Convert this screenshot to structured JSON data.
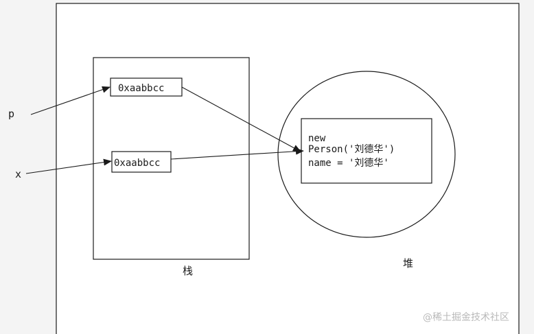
{
  "variables": {
    "p": "p",
    "x": "x"
  },
  "stack": {
    "label": "栈",
    "cells": [
      "0xaabbcc",
      "0xaabbcc"
    ]
  },
  "heap": {
    "label": "堆",
    "object_lines": [
      "new",
      "Person('刘德华')",
      "name = '刘德华'"
    ]
  },
  "watermark": "@稀土掘金技术社区"
}
